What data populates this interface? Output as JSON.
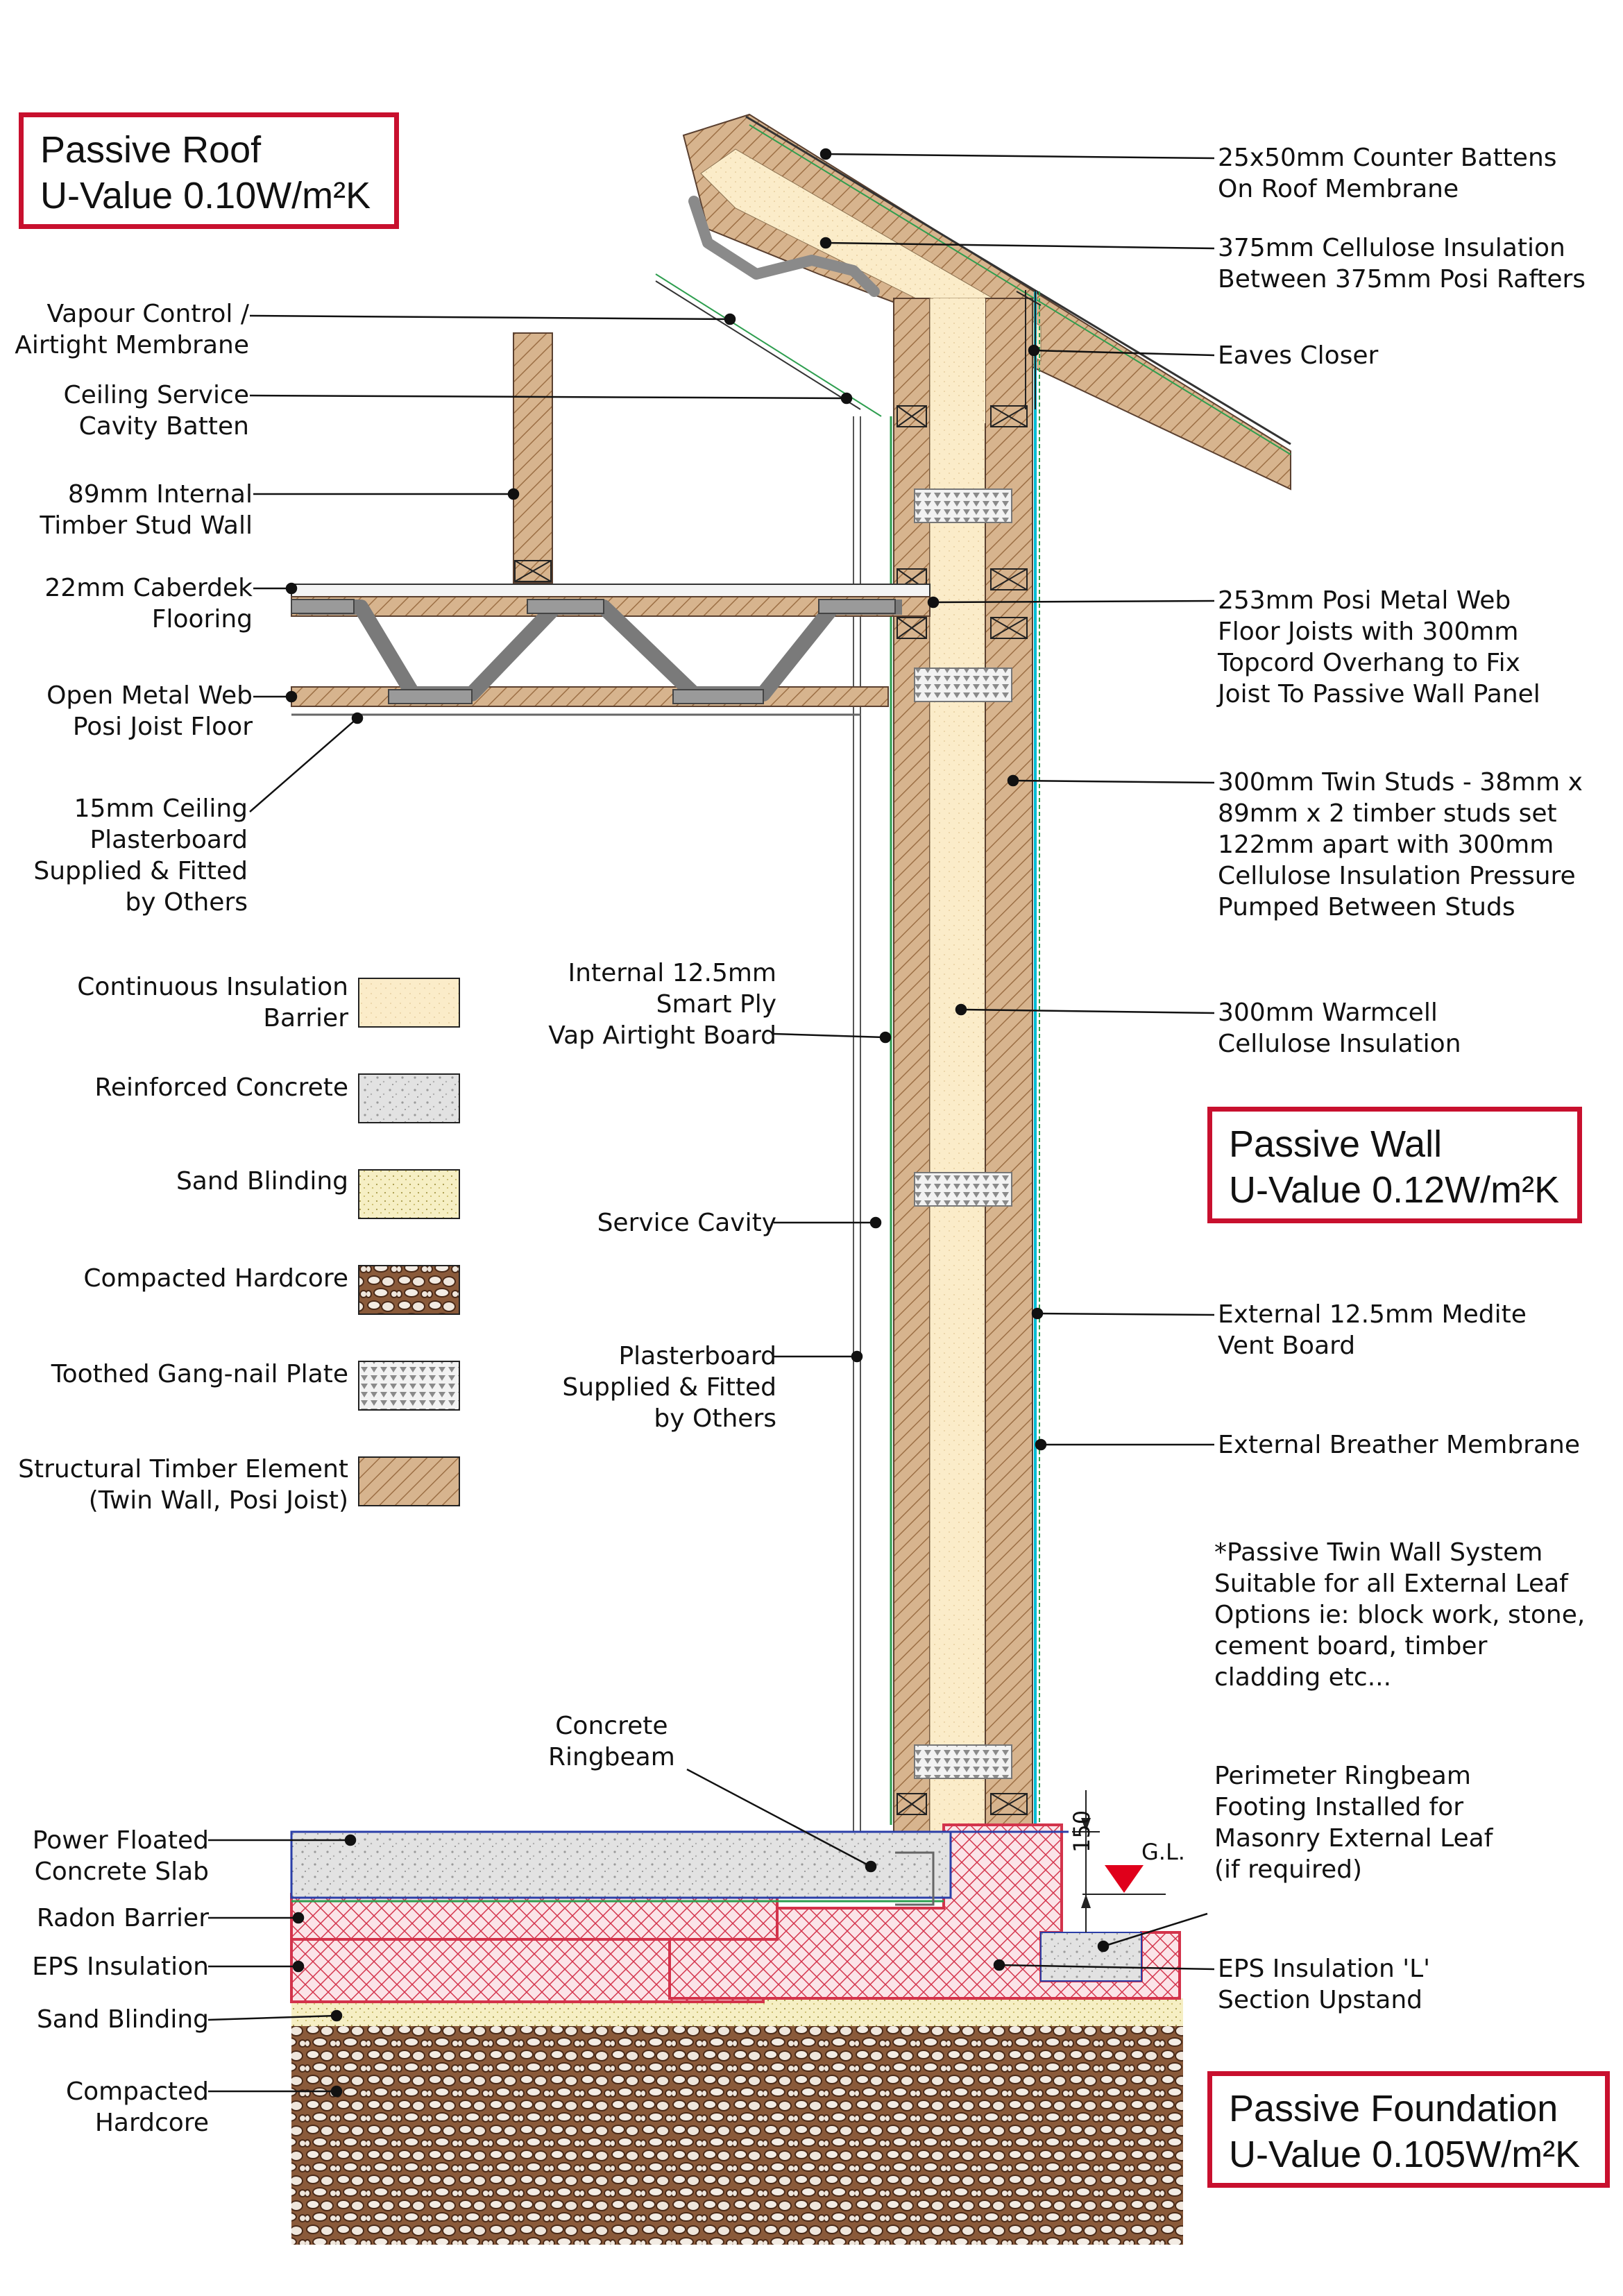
{
  "titles": {
    "roof": {
      "line1": "Passive Roof",
      "line2": "U-Value 0.10W/m²K"
    },
    "wall": {
      "line1": "Passive Wall",
      "line2": "U-Value 0.12W/m²K"
    },
    "foundation": {
      "line1": "Passive Foundation",
      "line2": "U-Value 0.105W/m²K"
    }
  },
  "left_labels": [
    {
      "lines": [
        "Vapour Control /",
        "Airtight Membrane"
      ]
    },
    {
      "lines": [
        "Ceiling Service",
        "Cavity Batten"
      ]
    },
    {
      "lines": [
        "89mm Internal",
        "Timber Stud Wall"
      ]
    },
    {
      "lines": [
        "22mm Caberdek",
        "Flooring"
      ]
    },
    {
      "lines": [
        "Open Metal Web",
        "Posi Joist Floor"
      ]
    },
    {
      "lines": [
        "15mm Ceiling",
        "Plasterboard",
        "Supplied & Fitted",
        "by Others"
      ]
    }
  ],
  "mid_labels": [
    {
      "lines": [
        "Internal 12.5mm",
        "Smart Ply",
        "Vap Airtight Board"
      ]
    },
    {
      "lines": [
        "Service Cavity"
      ]
    },
    {
      "lines": [
        "Plasterboard",
        "Supplied & Fitted",
        "by Others"
      ]
    },
    {
      "lines": [
        "Concrete",
        "Ringbeam"
      ]
    }
  ],
  "right_labels": [
    {
      "lines": [
        "25x50mm Counter Battens",
        "On Roof Membrane"
      ]
    },
    {
      "lines": [
        "375mm Cellulose Insulation",
        "Between 375mm Posi Rafters"
      ]
    },
    {
      "lines": [
        "Eaves Closer"
      ]
    },
    {
      "lines": [
        "253mm Posi Metal Web",
        "Floor Joists with 300mm",
        "Topcord Overhang to Fix",
        "Joist To Passive Wall Panel"
      ]
    },
    {
      "lines": [
        "300mm Twin Studs - 38mm x",
        "89mm x 2 timber studs set",
        "122mm apart with 300mm",
        "Cellulose Insulation Pressure",
        "Pumped Between Studs"
      ]
    },
    {
      "lines": [
        "300mm Warmcell",
        "Cellulose Insulation"
      ]
    },
    {
      "lines": [
        "External 12.5mm Medite",
        "Vent Board"
      ]
    },
    {
      "lines": [
        "External Breather Membrane"
      ]
    },
    {
      "lines": [
        "Perimeter Ringbeam",
        "Footing Installed for",
        "Masonry External Leaf",
        "(if required)"
      ]
    },
    {
      "lines": [
        "EPS Insulation 'L'",
        "Section Upstand"
      ]
    }
  ],
  "note": {
    "lines": [
      "*Passive Twin Wall System",
      "Suitable for all External Leaf",
      "Options ie: block work, stone,",
      "cement board, timber",
      "cladding etc..."
    ]
  },
  "foundation_labels": [
    {
      "lines": [
        "Power Floated",
        "Concrete Slab"
      ]
    },
    {
      "lines": [
        "Radon Barrier"
      ]
    },
    {
      "lines": [
        "EPS Insulation"
      ]
    },
    {
      "lines": [
        "Sand Blinding"
      ]
    },
    {
      "lines": [
        "Compacted",
        "Hardcore"
      ]
    }
  ],
  "legend": [
    {
      "lines": [
        "Continuous Insulation",
        "Barrier"
      ],
      "swatch": "insulation"
    },
    {
      "lines": [
        "Reinforced Concrete"
      ],
      "swatch": "concrete"
    },
    {
      "lines": [
        "Sand Blinding"
      ],
      "swatch": "sand"
    },
    {
      "lines": [
        "Compacted Hardcore"
      ],
      "swatch": "hardcore"
    },
    {
      "lines": [
        "Toothed Gang-nail Plate"
      ],
      "swatch": "gangnail"
    },
    {
      "lines": [
        "Structural Timber Element",
        "(Twin Wall, Posi Joist)"
      ],
      "swatch": "timber"
    }
  ],
  "dimension": {
    "value": "150",
    "ground_level": "G.L."
  },
  "colors": {
    "accent_red": "#c8102e",
    "timber": "#c9a27a",
    "insulation": "#fbeccb",
    "concrete": "#dcdcdc",
    "eps_red": "#d3334b",
    "membrane_cyan": "#00bcd4",
    "membrane_green": "#2e9e4f",
    "radon_blue": "#2b3fa8"
  }
}
